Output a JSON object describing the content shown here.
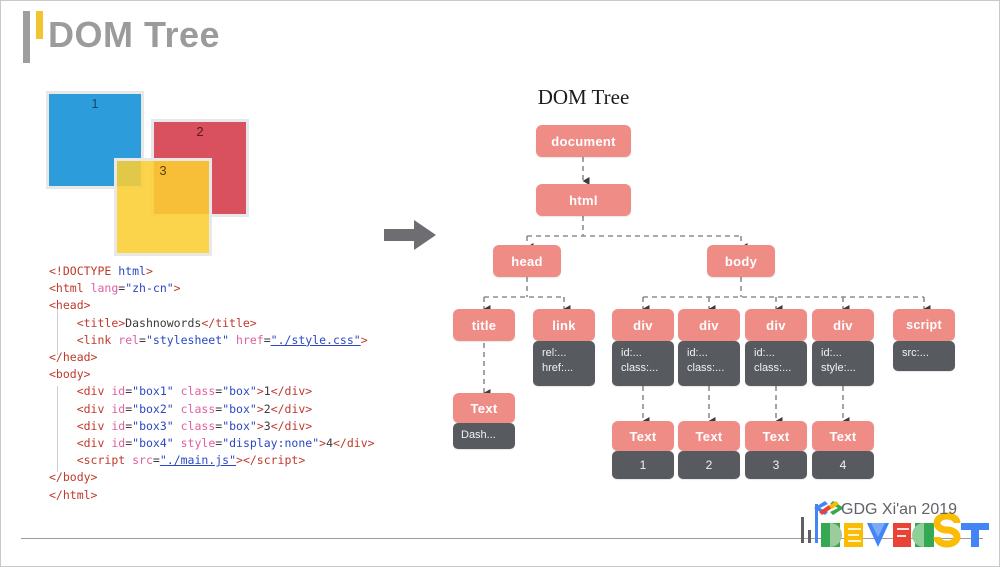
{
  "header": {
    "title": "DOM Tree",
    "accent_gray": "#9e9e9e",
    "accent_yellow": "#f2c430"
  },
  "box_preview": {
    "boxes": [
      {
        "label": "1",
        "color": "#2d9cdb",
        "name": "box1"
      },
      {
        "label": "2",
        "color": "#d9505f",
        "name": "box2"
      },
      {
        "label": "3",
        "color": "#face33",
        "name": "box3"
      }
    ]
  },
  "code": {
    "language": "html",
    "lines": [
      "<!DOCTYPE html>",
      "<html lang=\"zh-cn\">",
      "<head>",
      "    <title>Dashnowords</title>",
      "    <link rel=\"stylesheet\" href=\"./style.css\">",
      "</head>",
      "<body>",
      "    <div id=\"box1\" class=\"box\">1</div>",
      "    <div id=\"box2\" class=\"box\">2</div>",
      "    <div id=\"box3\" class=\"box\">3</div>",
      "    <div id=\"box4\" style=\"display:none\">4</div>",
      "    <script src=\"./main.js\"></script>",
      "</body>",
      "</html>"
    ],
    "title_text": "Dashnowords",
    "stylesheet_href": "./style.css",
    "script_src": "./main.js"
  },
  "tree": {
    "caption": "DOM Tree",
    "node_color": "#ef8c86",
    "attr_color": "#575b60",
    "nodes": {
      "document": "document",
      "html": "html",
      "head": "head",
      "body": "body",
      "title": "title",
      "link": "link",
      "div1": "div",
      "div2": "div",
      "div3": "div",
      "div4": "div",
      "script": "script",
      "text_title": "Text",
      "text1": "Text",
      "text2": "Text",
      "text3": "Text",
      "text4": "Text"
    },
    "attributes": {
      "link_rel": "rel:...",
      "link_href": "href:...",
      "div1_id": "id:...",
      "div1_class": "class:...",
      "div2_id": "id:...",
      "div2_class": "class:...",
      "div3_id": "id:...",
      "div3_class": "class:...",
      "div4_id": "id:...",
      "div4_style": "style:...",
      "script_src": "src:..."
    },
    "text_values": {
      "title_text": "Dash...",
      "t1": "1",
      "t2": "2",
      "t3": "3",
      "t4": "4"
    }
  },
  "footer": {
    "brand": "GDG Xi'an 2019",
    "wordmark": "DEVFEST",
    "wordmark_letters": [
      {
        "char": "D",
        "color": "#34a853"
      },
      {
        "char": "E",
        "color": "#fbbc05"
      },
      {
        "char": "V",
        "color": "#4285f4"
      },
      {
        "char": "F",
        "color": "#ea4335"
      },
      {
        "char": "E",
        "color": "#34a853"
      },
      {
        "char": "S",
        "color": "#fbbc05"
      },
      {
        "char": "T",
        "color": "#4285f4"
      }
    ]
  }
}
